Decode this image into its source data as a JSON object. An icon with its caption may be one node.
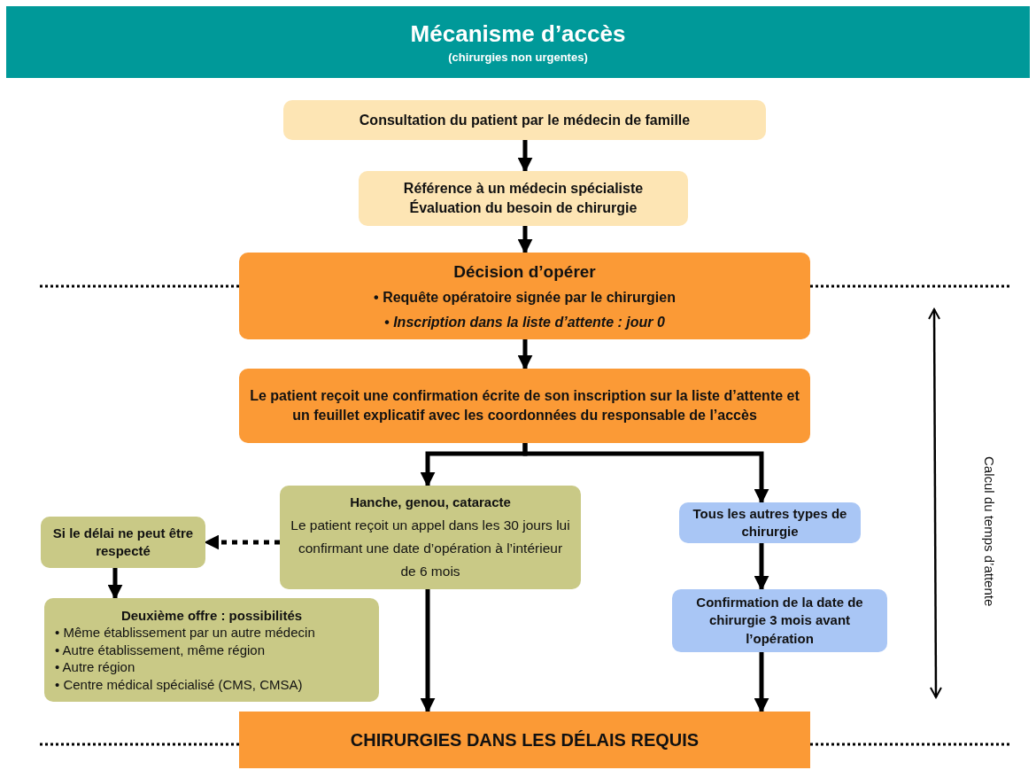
{
  "diagram": {
    "title": "Mécanisme d’accès",
    "nodes": [
      {
        "text": [
          "Consultation du patient par le médecin de famille"
        ]
      },
      {
        "text": [
          "Référence à un médecin spécialiste",
          "Évaluation du besoin de chirurgie"
        ]
      },
      {
        "text": [
          "Décision d’opérer",
          "• Requête opératoire signée par le chirurgien",
          "• Inscription dans la liste d’attente : jour 0"
        ]
      },
      {
        "text": [
          "Le patient reçoit une confirmation écrite de son inscription sur la liste d’attente et un feuillet explicatif avec les coordonnées du responsable de l’accès"
        ]
      },
      {
        "text": [
          "Hanche, genou, cataracte",
          "Le patient reçoit un appel dans les 30 jours lui confirmant une date d’opération à l’intérieur de 6 mois"
        ]
      },
      {
        "text": [
          "Si le délai ne peut être respecté"
        ]
      },
      {
        "text": [
          "Deuxième offre :   possibilités",
          "• Même établissement par un autre médecin",
          "• Autre établissement, même région",
          "• Autre région",
          "• Centre médical spécialisé (CMS, CMSA)"
        ]
      },
      {
        "text": [
          "Tous les autres types de chirurgie"
        ]
      },
      {
        "text": [
          "Confirmation de la date de chirurgie 3 mois avant l’opération"
        ]
      },
      {
        "text": [
          "CHIRURGIES DANS LES DÉLAIS REQUIS"
        ]
      }
    ],
    "edges": [
      {
        "from": 0,
        "to": 1,
        "arrow": "to"
      },
      {
        "from": 1,
        "to": 2,
        "arrow": "to"
      },
      {
        "from": 2,
        "to": 3,
        "arrow": "to"
      },
      {
        "from": 3,
        "to": 4,
        "arrow": "to"
      },
      {
        "from": 3,
        "to": 7,
        "arrow": "to"
      },
      {
        "from": 4,
        "to": 5,
        "arrow": "to",
        "style": "dashed"
      },
      {
        "from": 5,
        "to": 6,
        "arrow": "to"
      },
      {
        "from": 4,
        "to": 9,
        "arrow": "to"
      },
      {
        "from": 7,
        "to": 8,
        "arrow": "to"
      },
      {
        "from": 8,
        "to": 9,
        "arrow": "to"
      }
    ],
    "labels": [
      "(chirurgies non urgentes)",
      "Calcul du temps d’attente"
    ]
  }
}
